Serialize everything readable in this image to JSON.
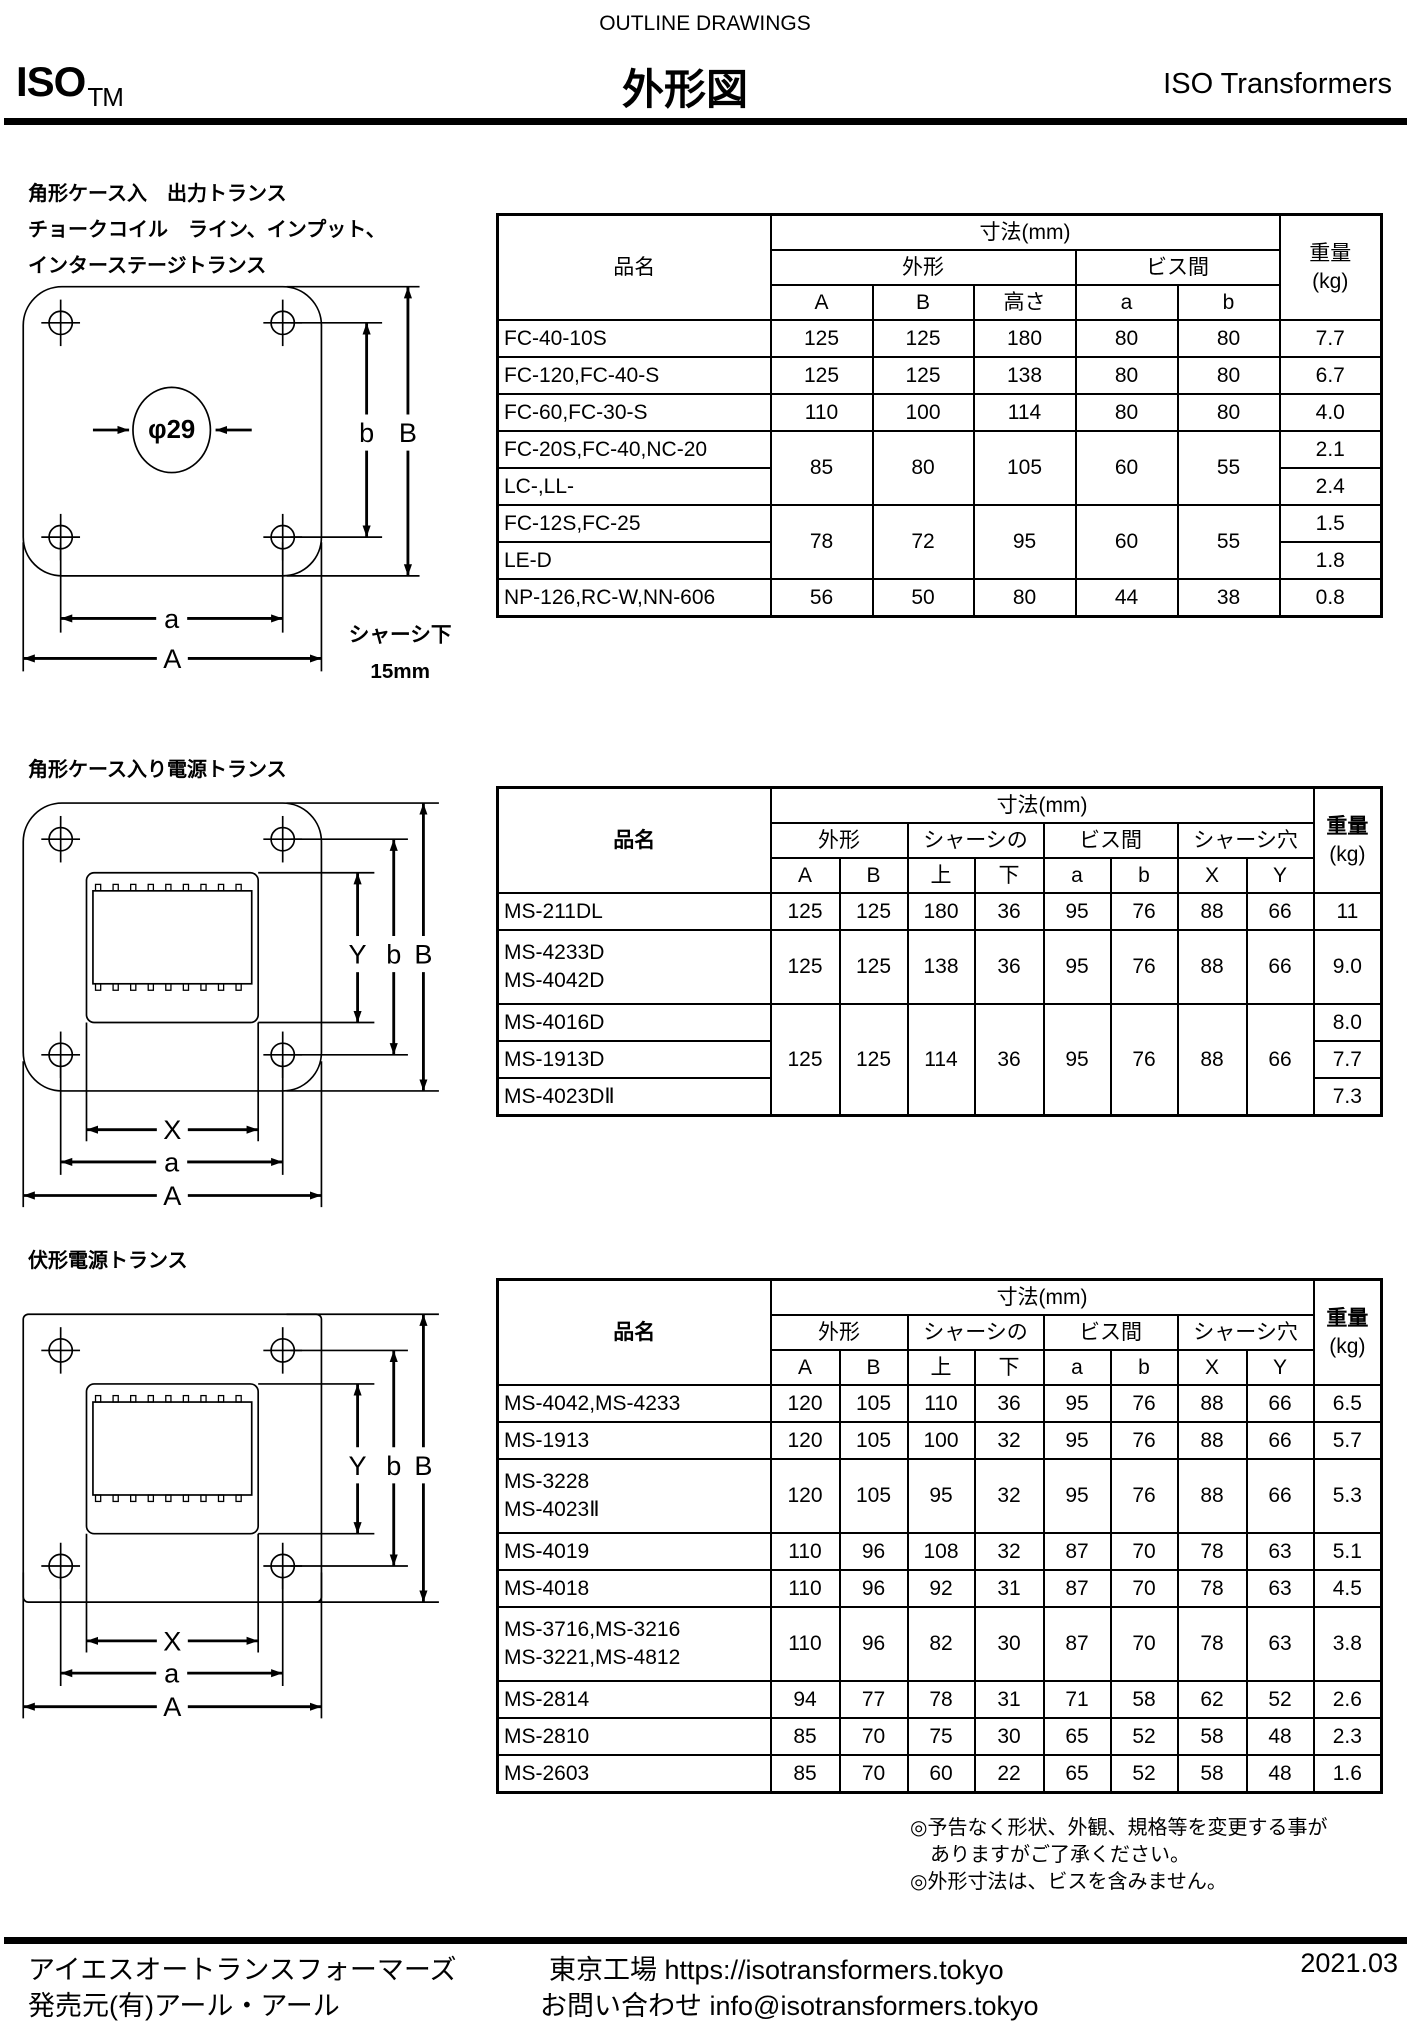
{
  "header": {
    "subtitle": "OUTLINE DRAWINGS",
    "logo": "ISO",
    "logo_tm": "TM",
    "title": "外形図",
    "brand": "ISO Transformers"
  },
  "section1": {
    "title_lines": [
      "角形ケース入　出力トランス",
      "チョークコイル　ライン、インプット、",
      "インターステージトランス"
    ],
    "drawing": {
      "a": "a",
      "A": "A",
      "b": "b",
      "B": "B",
      "diameter": "φ29",
      "chassis_note": "シャーシ下",
      "chassis_depth": "15mm"
    },
    "table": {
      "name_header": "品名",
      "dims_header": "寸法(mm)",
      "groups": [
        {
          "label": "外形",
          "span": 3
        },
        {
          "label": "ビス間",
          "span": 2
        }
      ],
      "cols": [
        "A",
        "B",
        "高さ",
        "a",
        "b"
      ],
      "weight_header": "重量",
      "weight_unit": "(kg)",
      "rows": [
        {
          "names": [
            "FC-40-10S"
          ],
          "values": [
            "125",
            "125",
            "180",
            "80",
            "80"
          ],
          "weights": [
            "7.7"
          ]
        },
        {
          "names": [
            "FC-120,FC-40-S"
          ],
          "values": [
            "125",
            "125",
            "138",
            "80",
            "80"
          ],
          "weights": [
            "6.7"
          ]
        },
        {
          "names": [
            "FC-60,FC-30-S"
          ],
          "values": [
            "110",
            "100",
            "114",
            "80",
            "80"
          ],
          "weights": [
            "4.0"
          ]
        },
        {
          "names": [
            "FC-20S,FC-40,NC-20",
            "LC-,LL-"
          ],
          "values": [
            "85",
            "80",
            "105",
            "60",
            "55"
          ],
          "weights": [
            "2.1",
            "2.4"
          ]
        },
        {
          "names": [
            "FC-12S,FC-25",
            "LE-D"
          ],
          "values": [
            "78",
            "72",
            "95",
            "60",
            "55"
          ],
          "weights": [
            "1.5",
            "1.8"
          ]
        },
        {
          "names": [
            "NP-126,RC-W,NN-606"
          ],
          "values": [
            "56",
            "50",
            "80",
            "44",
            "38"
          ],
          "weights": [
            "0.8"
          ]
        }
      ]
    }
  },
  "section2": {
    "title": "角形ケース入り電源トランス",
    "drawing": {
      "X": "X",
      "Y": "Y",
      "a": "a",
      "A": "A",
      "b": "b",
      "B": "B"
    },
    "table": {
      "name_header": "品名",
      "dims_header": "寸法(mm)",
      "groups": [
        {
          "label": "外形",
          "span": 2
        },
        {
          "label": "シャーシの",
          "span": 2
        },
        {
          "label": "ビス間",
          "span": 2
        },
        {
          "label": "シャーシ穴",
          "span": 2
        }
      ],
      "cols": [
        "A",
        "B",
        "上",
        "下",
        "a",
        "b",
        "X",
        "Y"
      ],
      "weight_header": "重量",
      "weight_unit": "(kg)",
      "rows": [
        {
          "names": [
            "MS-211DL"
          ],
          "values": [
            "125",
            "125",
            "180",
            "36",
            "95",
            "76",
            "88",
            "66"
          ],
          "weights": [
            "11"
          ]
        },
        {
          "names": [
            "MS-4233D\nMS-4042D"
          ],
          "values": [
            "125",
            "125",
            "138",
            "36",
            "95",
            "76",
            "88",
            "66"
          ],
          "weights": [
            "9.0"
          ]
        },
        {
          "names": [
            "MS-4016D",
            "MS-1913D",
            "MS-4023DⅡ"
          ],
          "values": [
            "125",
            "125",
            "114",
            "36",
            "95",
            "76",
            "88",
            "66"
          ],
          "weights": [
            "8.0",
            "7.7",
            "7.3"
          ]
        }
      ]
    }
  },
  "section3": {
    "title": "伏形電源トランス",
    "drawing": {
      "X": "X",
      "Y": "Y",
      "a": "a",
      "A": "A",
      "b": "b",
      "B": "B"
    },
    "table": {
      "name_header": "品名",
      "dims_header": "寸法(mm)",
      "groups": [
        {
          "label": "外形",
          "span": 2
        },
        {
          "label": "シャーシの",
          "span": 2
        },
        {
          "label": "ビス間",
          "span": 2
        },
        {
          "label": "シャーシ穴",
          "span": 2
        }
      ],
      "cols": [
        "A",
        "B",
        "上",
        "下",
        "a",
        "b",
        "X",
        "Y"
      ],
      "weight_header": "重量",
      "weight_unit": "(kg)",
      "rows": [
        {
          "names": [
            "MS-4042,MS-4233"
          ],
          "values": [
            "120",
            "105",
            "110",
            "36",
            "95",
            "76",
            "88",
            "66"
          ],
          "weights": [
            "6.5"
          ]
        },
        {
          "names": [
            "MS-1913"
          ],
          "values": [
            "120",
            "105",
            "100",
            "32",
            "95",
            "76",
            "88",
            "66"
          ],
          "weights": [
            "5.7"
          ]
        },
        {
          "names": [
            "MS-3228\nMS-4023Ⅱ"
          ],
          "values": [
            "120",
            "105",
            "95",
            "32",
            "95",
            "76",
            "88",
            "66"
          ],
          "weights": [
            "5.3"
          ]
        },
        {
          "names": [
            "MS-4019"
          ],
          "values": [
            "110",
            "96",
            "108",
            "32",
            "87",
            "70",
            "78",
            "63"
          ],
          "weights": [
            "5.1"
          ]
        },
        {
          "names": [
            "MS-4018"
          ],
          "values": [
            "110",
            "96",
            "92",
            "31",
            "87",
            "70",
            "78",
            "63"
          ],
          "weights": [
            "4.5"
          ]
        },
        {
          "names": [
            "MS-3716,MS-3216\nMS-3221,MS-4812"
          ],
          "values": [
            "110",
            "96",
            "82",
            "30",
            "87",
            "70",
            "78",
            "63"
          ],
          "weights": [
            "3.8"
          ]
        },
        {
          "names": [
            "MS-2814"
          ],
          "values": [
            "94",
            "77",
            "78",
            "31",
            "71",
            "58",
            "62",
            "52"
          ],
          "weights": [
            "2.6"
          ]
        },
        {
          "names": [
            "MS-2810"
          ],
          "values": [
            "85",
            "70",
            "75",
            "30",
            "65",
            "52",
            "58",
            "48"
          ],
          "weights": [
            "2.3"
          ]
        },
        {
          "names": [
            "MS-2603"
          ],
          "values": [
            "85",
            "70",
            "60",
            "22",
            "65",
            "52",
            "58",
            "48"
          ],
          "weights": [
            "1.6"
          ]
        }
      ]
    }
  },
  "notes": [
    "◎予告なく形状、外観、規格等を変更する事が",
    "　ありますがご了承ください。",
    "◎外形寸法は、ビスを含みません。"
  ],
  "footer": {
    "company": "アイエスオートランスフォーマーズ",
    "seller": "発売元(有)アール・アール",
    "factory": "東京工場 https://isotransformers.tokyo",
    "contact": "お問い合わせ info@isotransformers.tokyo",
    "date": "2021.03"
  }
}
